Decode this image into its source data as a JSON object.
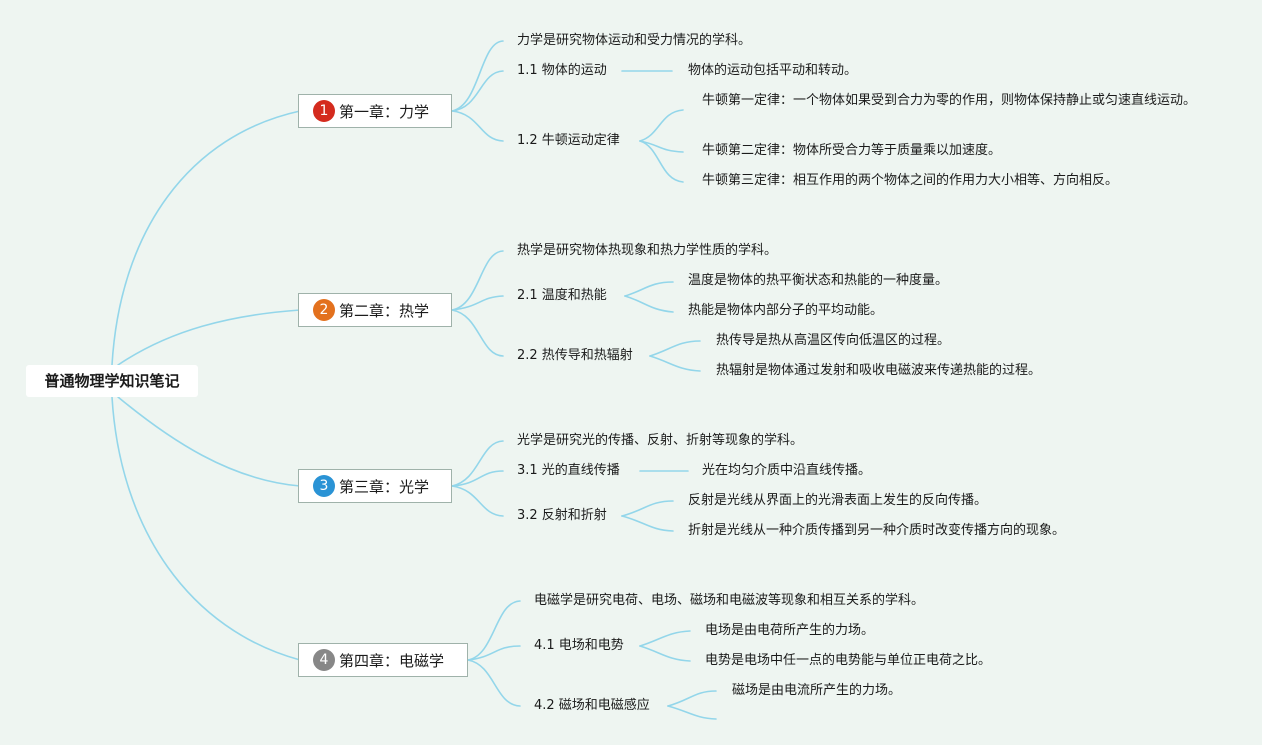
{
  "title": "普通物理学知识笔记",
  "chapters": [
    {
      "num": "1",
      "color": "#d42b1e",
      "label": "第一章：力学",
      "summary": "力学是研究物体运动和受力情况的学科。",
      "sections": [
        {
          "label": "1.1 物体的运动",
          "details": [
            "物体的运动包括平动和转动。"
          ]
        },
        {
          "label": "1.2 牛顿运动定律",
          "details": [
            "牛顿第一定律：一个物体如果受到合力为零的作用，则物体保持静止或匀速直线运动。",
            "牛顿第二定律：物体所受合力等于质量乘以加速度。",
            "牛顿第三定律：相互作用的两个物体之间的作用力大小相等、方向相反。"
          ]
        }
      ]
    },
    {
      "num": "2",
      "color": "#e3711e",
      "label": "第二章：热学",
      "summary": "热学是研究物体热现象和热力学性质的学科。",
      "sections": [
        {
          "label": "2.1 温度和热能",
          "details": [
            "温度是物体的热平衡状态和热能的一种度量。",
            "热能是物体内部分子的平均动能。"
          ]
        },
        {
          "label": "2.2 热传导和热辐射",
          "details": [
            "热传导是热从高温区传向低温区的过程。",
            "热辐射是物体通过发射和吸收电磁波来传递热能的过程。"
          ]
        }
      ]
    },
    {
      "num": "3",
      "color": "#2a93d5",
      "label": "第三章：光学",
      "summary": "光学是研究光的传播、反射、折射等现象的学科。",
      "sections": [
        {
          "label": "3.1 光的直线传播",
          "details": [
            "光在均匀介质中沿直线传播。"
          ]
        },
        {
          "label": "3.2 反射和折射",
          "details": [
            "反射是光线从界面上的光滑表面上发生的反向传播。",
            "折射是光线从一种介质传播到另一种介质时改变传播方向的现象。"
          ]
        }
      ]
    },
    {
      "num": "4",
      "color": "#878787",
      "label": "第四章：电磁学",
      "summary": "电磁学是研究电荷、电场、磁场和电磁波等现象和相互关系的学科。",
      "sections": [
        {
          "label": "4.1 电场和电势",
          "details": [
            "电场是由电荷所产生的力场。",
            "电势是电场中任一点的电势能与单位正电荷之比。"
          ]
        },
        {
          "label": "4.2 磁场和电磁感应",
          "details": [
            "磁场是由电流所产生的力场。"
          ]
        }
      ]
    }
  ]
}
